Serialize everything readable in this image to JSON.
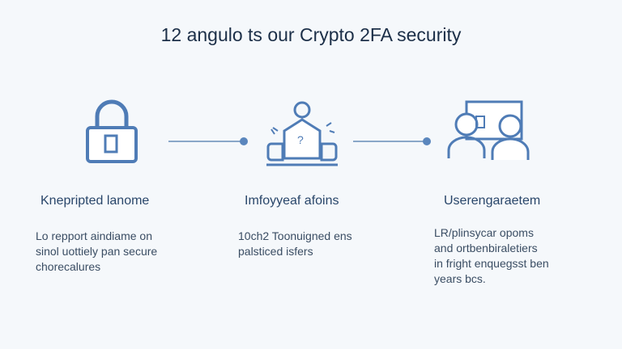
{
  "title": "12 angulo ts our Crypto 2FA security",
  "colors": {
    "accent": "#4f7cb6",
    "line": "#8aa7c8",
    "text": "#1c2f48"
  },
  "steps": [
    {
      "icon": "padlock-icon",
      "heading": "Knepripted lanome",
      "body": [
        "Lo repport aindiame on",
        "sinol uottiely pan secure",
        "chorecalures"
      ]
    },
    {
      "icon": "user-shield-network-icon",
      "heading": "Imfoyyeaf afoins",
      "body": [
        "10ch2 Toonuigned ens",
        "palsticed isfers"
      ]
    },
    {
      "icon": "users-screen-icon",
      "heading": "Userengaraetem",
      "body": [
        "LR/plinsycar opoms",
        "and ortbenbiraletiers",
        "in fright enquegsst ben",
        "years bcs."
      ]
    }
  ]
}
